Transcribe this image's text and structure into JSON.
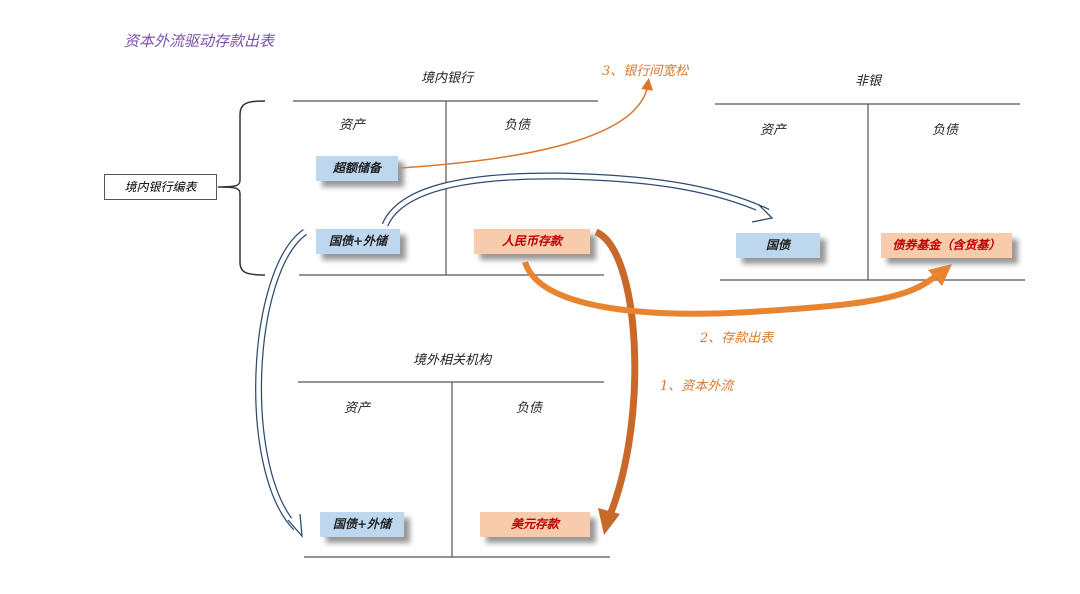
{
  "title": "资本外流驱动存款出表",
  "side_label": "境内银行编表",
  "domestic_bank": {
    "name": "境内银行",
    "assets": "资产",
    "liabilities": "负债",
    "items": {
      "excess_reserve": "超额储备",
      "bonds_fx": "国债+外储",
      "rmb_deposit": "人民币存款"
    }
  },
  "nonbank": {
    "name": "非银",
    "assets": "资产",
    "liabilities": "负债",
    "items": {
      "bonds": "国债",
      "bond_fund": "债券基金（含货基）"
    }
  },
  "overseas": {
    "name": "境外相关机构",
    "assets": "资产",
    "liabilities": "负债",
    "items": {
      "bonds_fx": "国债+外储",
      "usd_deposit": "美元存款"
    }
  },
  "flows": {
    "step1": "1、资本外流",
    "step2": "2、存款出表",
    "step3": "3、银行间宽松"
  },
  "colors": {
    "title": "#7a4fa8",
    "orange": "#d9772b",
    "blue_box": "#bdd7ee",
    "orange_box": "#f8cbad",
    "arrow_blue": "#2f4a6e"
  }
}
